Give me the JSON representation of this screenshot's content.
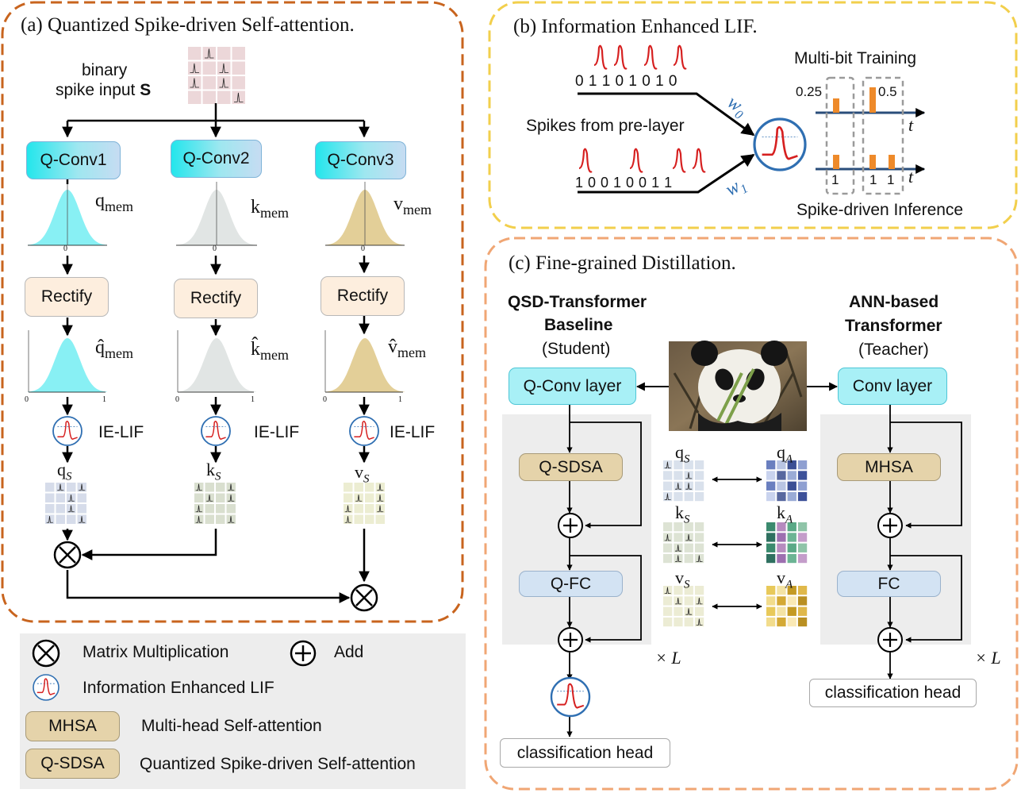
{
  "panel_a": {
    "title": "(a) Quantized Spike-driven Self-attention.",
    "input_label_line1": "binary",
    "input_label_line2": "spike input",
    "input_symbol": "S",
    "conv_labels": [
      "Q-Conv1",
      "Q-Conv2",
      "Q-Conv3"
    ],
    "mem_labels": [
      {
        "base": "q",
        "sub": "mem"
      },
      {
        "base": "k",
        "sub": "mem"
      },
      {
        "base": "v",
        "sub": "mem"
      }
    ],
    "rect_mem_labels": [
      {
        "base": "q̂",
        "sub": "mem"
      },
      {
        "base": "k̂",
        "sub": "mem"
      },
      {
        "base": "v̂",
        "sub": "mem"
      }
    ],
    "rectify_label": "Rectify",
    "ielif_label": "IE-LIF",
    "spike_labels": [
      {
        "base": "q",
        "sub": "S"
      },
      {
        "base": "k",
        "sub": "S"
      },
      {
        "base": "v",
        "sub": "S"
      }
    ],
    "tick_zero": "0",
    "tick_one": "1"
  },
  "panel_b": {
    "title": "(b) Information Enhanced LIF.",
    "top_bits": "0 1 1 0 1 0 1 0",
    "bottom_bits": "1 0 0 1 0 0 1 1",
    "pre_layer_label": "Spikes from pre-layer",
    "w0": "w",
    "w0_sub": "0",
    "w1": "w",
    "w1_sub": "1",
    "training_label": "Multi-bit Training",
    "inference_label": "Spike-driven Inference",
    "val_025": "0.25",
    "val_05": "0.5",
    "t_label": "t",
    "one": "1"
  },
  "panel_c": {
    "title": "(c) Fine-grained Distillation.",
    "student_line1": "QSD-Transformer",
    "student_line2": "Baseline",
    "student_line3": "(Student)",
    "teacher_line1": "ANN-based",
    "teacher_line2": "Transformer",
    "teacher_line3": "(Teacher)",
    "qconv_layer": "Q-Conv layer",
    "conv_layer": "Conv layer",
    "qsdsa": "Q-SDSA",
    "mhsa": "MHSA",
    "qfc": "Q-FC",
    "fc": "FC",
    "classification_head": "classification head",
    "times_l": "× L",
    "pairs": [
      {
        "student": "q",
        "teacher": "q"
      },
      {
        "student": "k",
        "teacher": "k"
      },
      {
        "student": "v",
        "teacher": "v"
      }
    ],
    "student_sub": "S",
    "teacher_sub": "A"
  },
  "legend": {
    "matmul": "Matrix Multiplication",
    "add": "Add",
    "ielif": "Information Enhanced LIF",
    "mhsa_box": "MHSA",
    "mhsa_desc": "Multi-head Self-attention",
    "qsdsa_box": "Q-SDSA",
    "qsdsa_desc": "Quantized Spike-driven Self-attention"
  },
  "colors": {
    "panel_a_border": "#c8641e",
    "panel_b_border": "#f2cf4c",
    "panel_c_border": "#f0a674",
    "spike_red": "#d62020",
    "neuron_blue": "#2f6fb2",
    "orange_bar": "#ee8a2a",
    "gauss_cyan": "#88f0f4",
    "gauss_gray": "#e1e5e4",
    "gauss_tan": "#e3cf98"
  }
}
